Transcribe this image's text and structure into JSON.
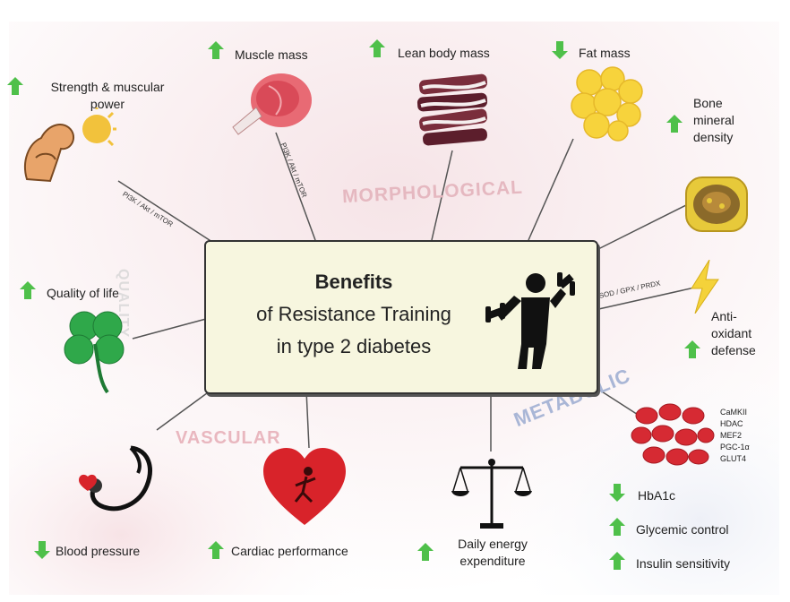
{
  "center": {
    "line1": "Benefits",
    "line2": "of Resistance Training",
    "line3": "in type 2 diabetes"
  },
  "sections": {
    "morphological": "MORPHOLOGICAL",
    "vascular": "VASCULAR",
    "metabolic": "METABOLIC",
    "quality": "QUALITY"
  },
  "pathways": {
    "strength": "PI3K / Akt / mTOR",
    "muscle": "PI3K / Akt / mTOR",
    "antioxidant": "SOD / GPX / PRDX"
  },
  "benefits": {
    "strength": {
      "line1": "Strength & muscular",
      "line2": "power",
      "direction": "up"
    },
    "muscle_mass": {
      "label": "Muscle mass",
      "direction": "up"
    },
    "lean_body_mass": {
      "label": "Lean body mass",
      "direction": "up"
    },
    "fat_mass": {
      "label": "Fat mass",
      "direction": "down"
    },
    "bone": {
      "line1": "Bone",
      "line2": "mineral",
      "line3": "density",
      "direction": "up"
    },
    "quality_of_life": {
      "label": "Quality of life",
      "direction": "up"
    },
    "antioxidant": {
      "line1": "Anti-",
      "line2": "oxidant",
      "line3": "defense",
      "direction": "up"
    },
    "blood_pressure": {
      "label": "Blood pressure",
      "direction": "down"
    },
    "cardiac": {
      "label": "Cardiac performance",
      "direction": "up"
    },
    "energy": {
      "line1": "Daily energy",
      "line2": "expenditure",
      "direction": "up"
    },
    "hba1c": {
      "label": "HbA1c",
      "direction": "down"
    },
    "glycemic": {
      "label": "Glycemic control",
      "direction": "up"
    },
    "insulin": {
      "label": "Insulin sensitivity",
      "direction": "up"
    }
  },
  "markers": [
    "CaMKII",
    "HDAC",
    "MEF2",
    "PGC-1α",
    "GLUT4"
  ],
  "colors": {
    "up_arrow": "#4fc04a",
    "down_arrow": "#4fc04a",
    "center_fill": "#f7f6df",
    "morphological": "#e9b7bf",
    "vascular": "#e9b7bf",
    "metabolic": "#a9b6d6",
    "quality": "#d8d8d8"
  }
}
